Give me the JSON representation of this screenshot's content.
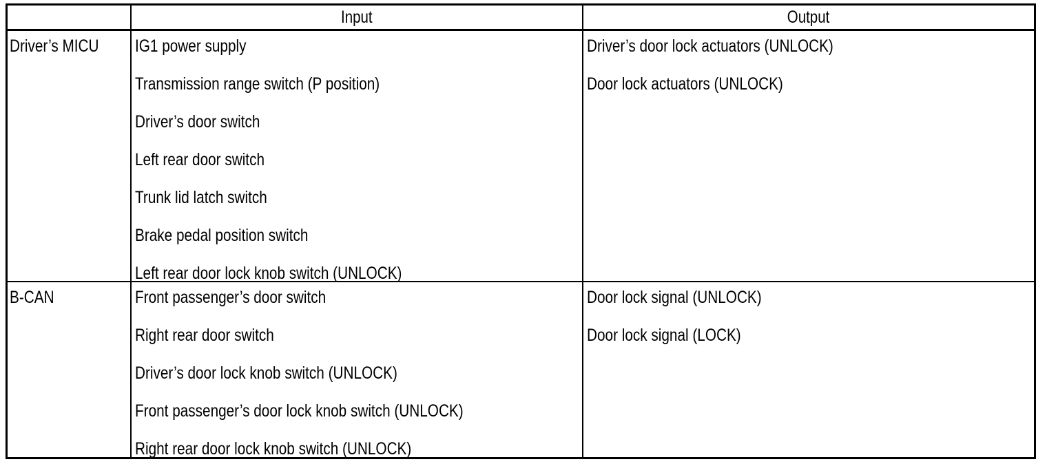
{
  "table": {
    "headers": {
      "corner": "",
      "input": "Input",
      "output": "Output"
    },
    "rows": [
      {
        "module": "Driver’s MICU",
        "inputs": [
          "IG1 power supply",
          "Transmission range switch (P position)",
          "Driver’s door switch",
          "Left rear door switch",
          "Trunk lid latch switch",
          "Brake pedal position switch",
          "Left rear door lock knob switch (UNLOCK)"
        ],
        "outputs": [
          "Driver’s door lock actuators (UNLOCK)",
          "Door lock actuators (UNLOCK)"
        ]
      },
      {
        "module": "B-CAN",
        "inputs": [
          "Front passenger’s door switch",
          "Right rear door switch",
          "Driver’s door lock knob switch (UNLOCK)",
          "Front passenger’s door lock knob switch (UNLOCK)",
          "Right rear door lock knob switch (UNLOCK)"
        ],
        "outputs": [
          "Door lock signal (UNLOCK)",
          "Door lock signal (LOCK)"
        ]
      }
    ]
  },
  "colors": {
    "border": "#000000",
    "text": "#000000",
    "background": "#ffffff"
  }
}
